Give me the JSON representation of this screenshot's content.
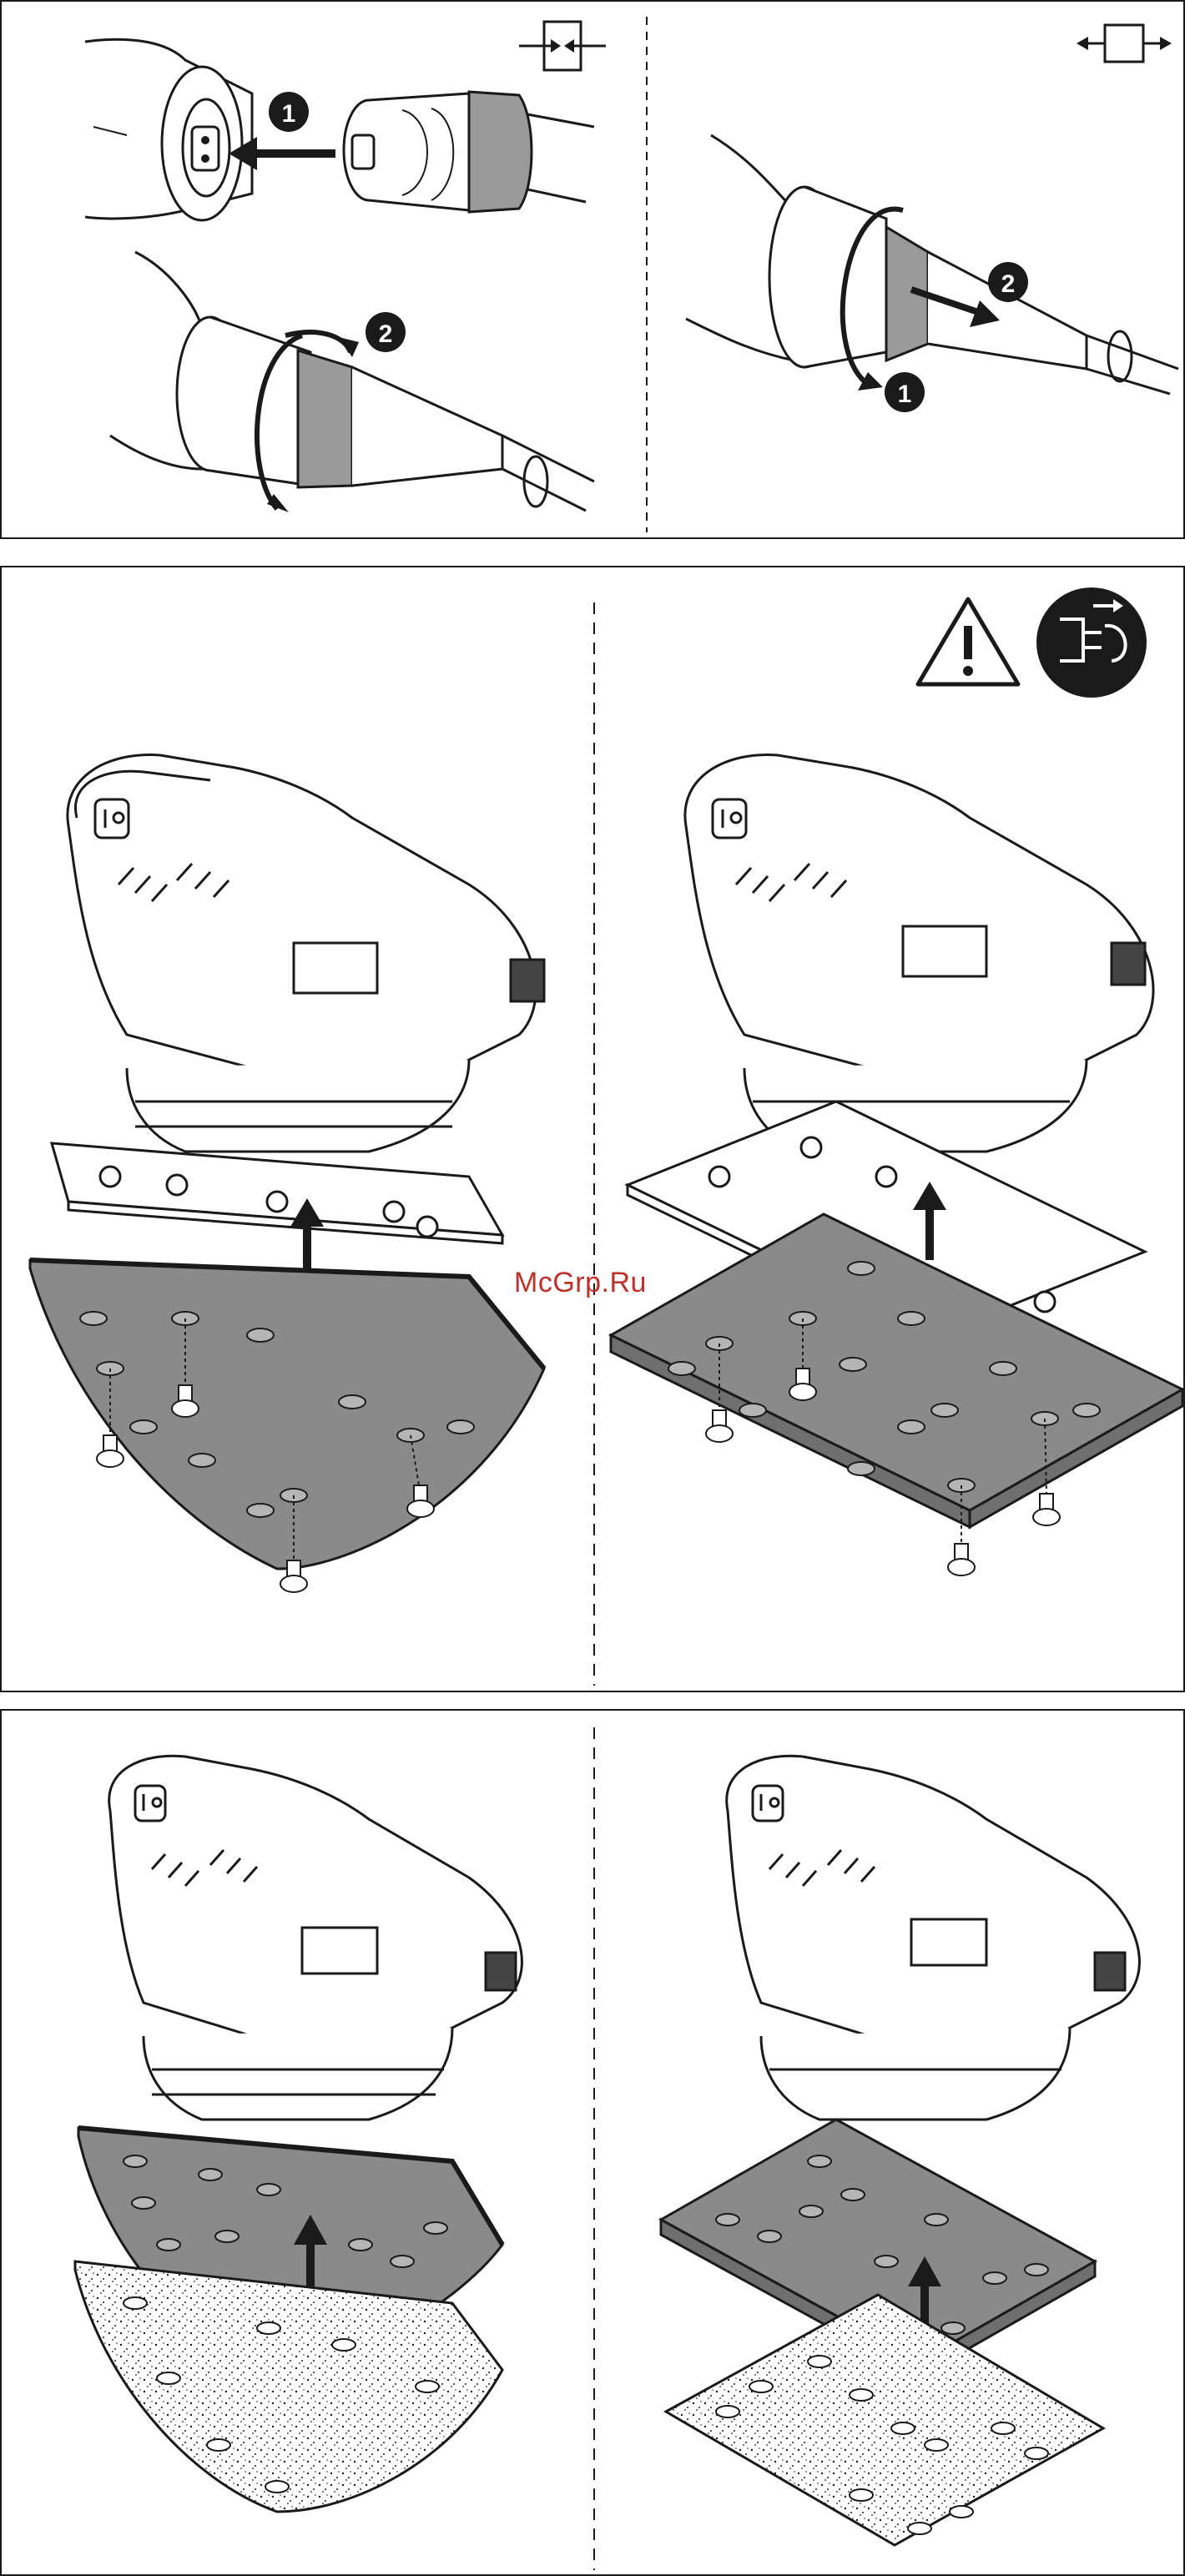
{
  "watermark": "McGrp.Ru",
  "panel1": {
    "left_symbol": "connect-plug-symbol",
    "right_symbol": "disconnect-plug-symbol",
    "left_steps": [
      "1",
      "2"
    ],
    "right_steps": [
      "2",
      "1"
    ]
  },
  "panel2": {
    "warning_icon": "warning-triangle-icon",
    "unplug_icon": "unplug-before-service-icon"
  },
  "colors": {
    "line": "#1a1a1a",
    "plate_gray": "#8a8a8a",
    "cord_gray": "#9a9a9a",
    "watermark": "#c0302b"
  }
}
